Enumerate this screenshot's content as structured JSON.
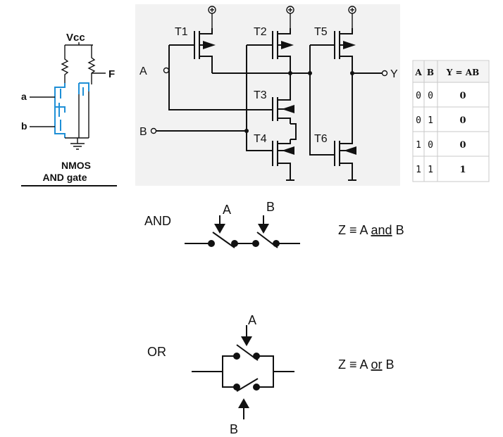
{
  "nmos": {
    "vcc": "Vcc",
    "out": "F",
    "in_a": "a",
    "in_b": "b",
    "caption_1": "NMOS",
    "caption_2": "AND gate"
  },
  "cmos": {
    "t1": "T1",
    "t2": "T2",
    "t3": "T3",
    "t4": "T4",
    "t5": "T5",
    "t6": "T6",
    "in_a": "A",
    "in_b": "B",
    "out": "Y"
  },
  "truth_table": {
    "headers": [
      "A",
      "B",
      "Y = AB"
    ],
    "rows": [
      [
        "0",
        "0",
        "0"
      ],
      [
        "0",
        "1",
        "0"
      ],
      [
        "1",
        "0",
        "0"
      ],
      [
        "1",
        "1",
        "1"
      ]
    ]
  },
  "switch_and": {
    "label": "AND",
    "sw_a": "A",
    "sw_b": "B",
    "eq_prefix": "Z ≡ A ",
    "eq_op": "and",
    "eq_suffix": " B"
  },
  "switch_or": {
    "label": "OR",
    "sw_a": "A",
    "sw_b": "B",
    "eq_prefix": "Z ≡ A ",
    "eq_op": "or",
    "eq_suffix": " B"
  }
}
